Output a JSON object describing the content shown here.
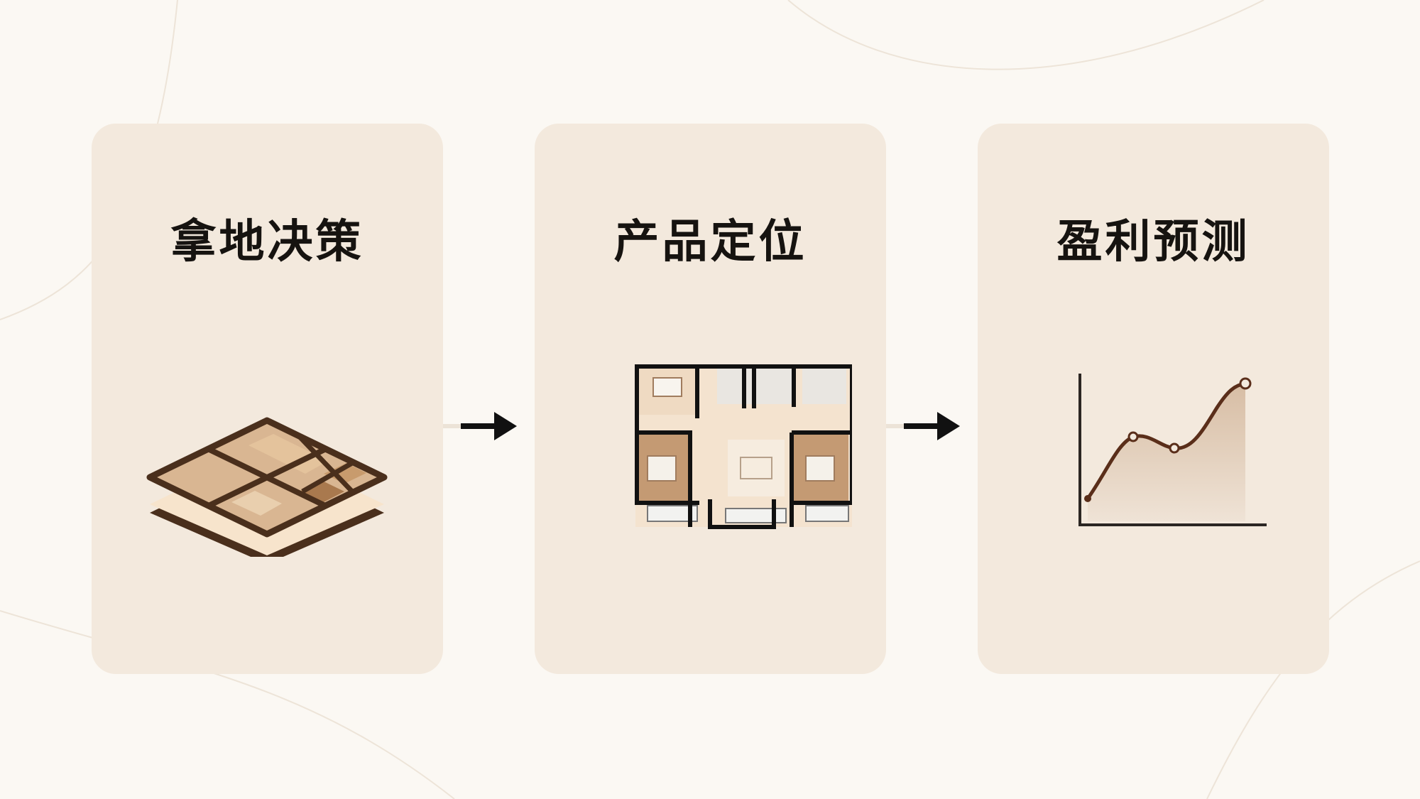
{
  "steps": [
    {
      "title": "拿地决策",
      "icon": "land-parcel-icon"
    },
    {
      "title": "产品定位",
      "icon": "floor-plan-icon"
    },
    {
      "title": "盈利预测",
      "icon": "profit-chart-icon"
    }
  ],
  "connectors": [
    "arrow-right-icon",
    "arrow-right-icon"
  ],
  "colors": {
    "background": "#fbf8f3",
    "card": "#f3e9dd",
    "title": "#161310",
    "brown_dark": "#4a2f1c",
    "brown_mid": "#b88b60",
    "brown_light": "#d9b692"
  }
}
